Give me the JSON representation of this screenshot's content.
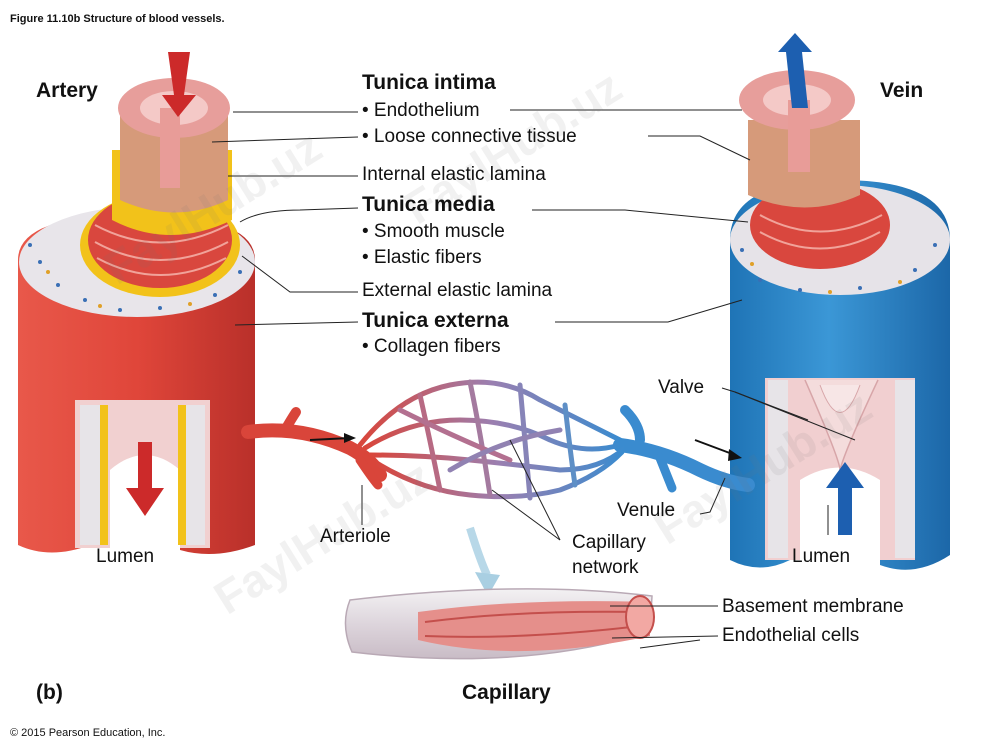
{
  "figure_title": "Figure 11.10b Structure of blood vessels.",
  "panel_label": "(b)",
  "copyright": "© 2015 Pearson Education, Inc.",
  "watermark": "FaylHub.uz",
  "labels": {
    "artery": "Artery",
    "vein": "Vein",
    "tunica_intima": "Tunica intima",
    "endothelium": "• Endothelium",
    "loose_connective": "• Loose connective tissue",
    "internal_elastic": "Internal elastic lamina",
    "tunica_media": "Tunica media",
    "smooth_muscle": "• Smooth muscle",
    "elastic_fibers": "• Elastic fibers",
    "external_elastic": "External elastic lamina",
    "tunica_externa": "Tunica externa",
    "collagen_fibers": "• Collagen fibers",
    "valve": "Valve",
    "venule": "Venule",
    "arteriole": "Arteriole",
    "capillary_network_1": "Capillary",
    "capillary_network_2": "network",
    "lumen_left": "Lumen",
    "lumen_right": "Lumen",
    "basement_membrane": "Basement membrane",
    "endothelial_cells": "Endothelial cells",
    "capillary": "Capillary"
  },
  "colors": {
    "artery_red": "#d9453a",
    "vein_blue": "#2e86c8",
    "arrow_red": "#cc2a2a",
    "arrow_blue": "#1d5fb0",
    "elastic_yellow": "#f2c21a",
    "intima_pink": "#e8a3a0"
  }
}
